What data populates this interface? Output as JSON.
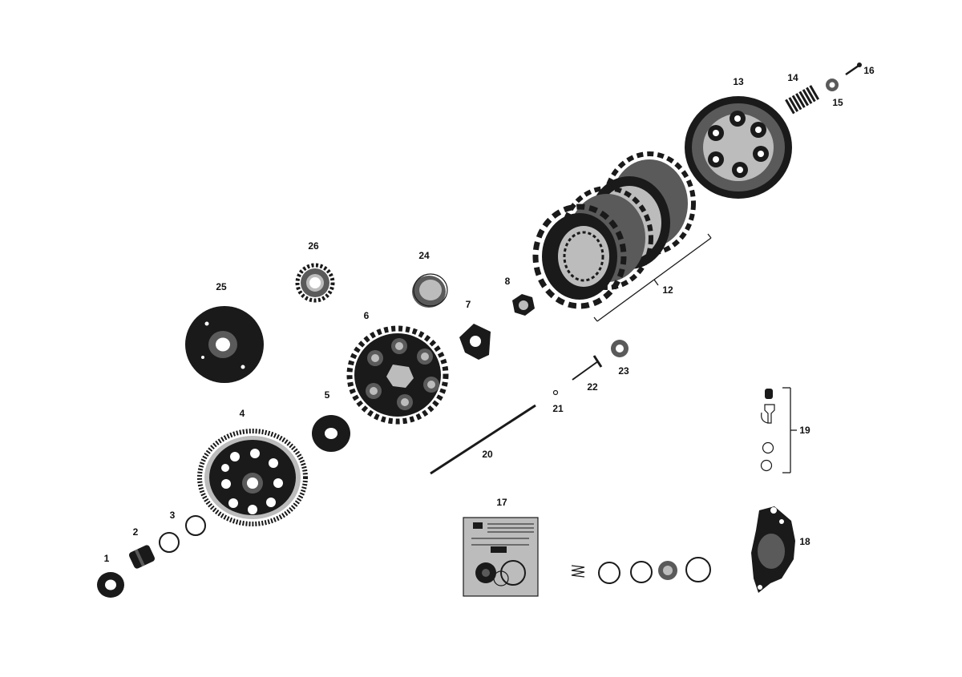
{
  "diagram": {
    "callouts": [
      {
        "id": "1",
        "text": "1"
      },
      {
        "id": "2",
        "text": "2"
      },
      {
        "id": "3",
        "text": "3"
      },
      {
        "id": "4",
        "text": "4"
      },
      {
        "id": "5",
        "text": "5"
      },
      {
        "id": "6",
        "text": "6"
      },
      {
        "id": "7",
        "text": "7"
      },
      {
        "id": "8",
        "text": "8"
      },
      {
        "id": "12",
        "text": "12"
      },
      {
        "id": "13",
        "text": "13"
      },
      {
        "id": "14",
        "text": "14"
      },
      {
        "id": "15",
        "text": "15"
      },
      {
        "id": "16",
        "text": "16"
      },
      {
        "id": "17",
        "text": "17"
      },
      {
        "id": "18",
        "text": "18"
      },
      {
        "id": "19",
        "text": "19"
      },
      {
        "id": "20",
        "text": "20"
      },
      {
        "id": "21",
        "text": "21"
      },
      {
        "id": "22",
        "text": "22"
      },
      {
        "id": "23",
        "text": "23"
      },
      {
        "id": "24",
        "text": "24"
      },
      {
        "id": "25",
        "text": "25"
      },
      {
        "id": "26",
        "text": "26"
      }
    ],
    "colors": {
      "ink": "#1a1a1a",
      "mid": "#5a5a5a",
      "light": "#bcbcbc",
      "paper": "#ffffff"
    }
  }
}
